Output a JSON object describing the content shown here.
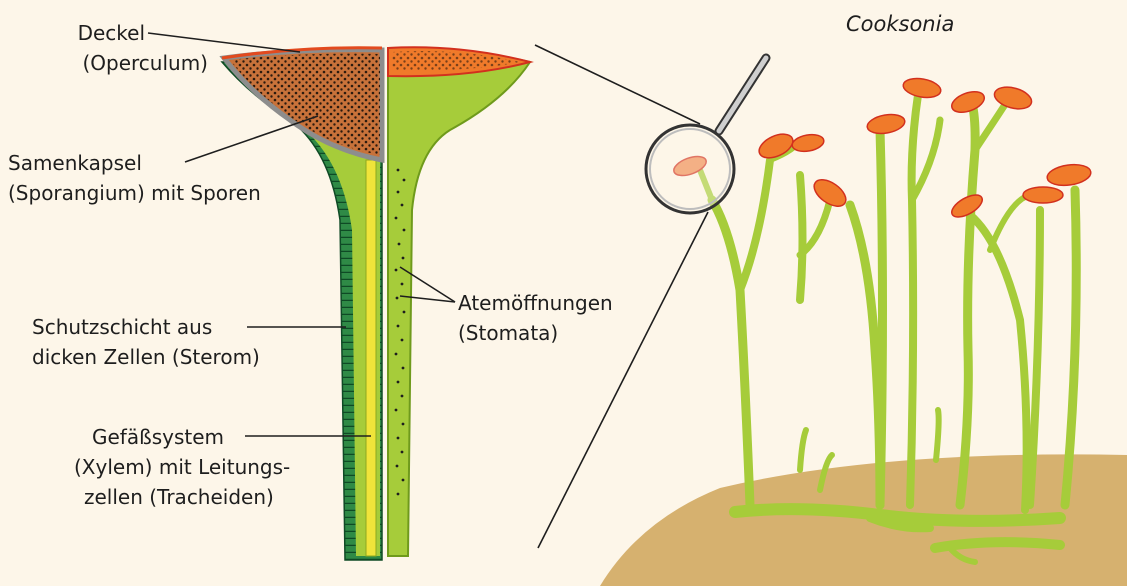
{
  "title": "Cooksonia",
  "labels": {
    "deckel": [
      "Deckel",
      "(Operculum)"
    ],
    "samenkapsel": [
      "Samenkapsel",
      "(Sporangium) mit Sporen"
    ],
    "schutzschicht": [
      "Schutzschicht aus",
      "dicken Zellen (Sterom)"
    ],
    "gefaess": [
      "Gefäßsystem",
      "(Xylem) mit Leitungs-",
      "zellen (Tracheiden)"
    ],
    "atem": [
      "Atemöffnungen",
      "(Stomata)"
    ]
  },
  "colors": {
    "background": "#fdf6e9",
    "ground": "#d6b16f",
    "stem": "#a6cc3a",
    "stem_edge": "#6f9a1c",
    "sterom": "#2f8a46",
    "xylem": "#f0e43a",
    "sporangium": "#c8723a",
    "sporangium_cap": "#f07a2a",
    "cap_edge": "#d2301e",
    "text": "#1e1e1e"
  },
  "icons": [
    "magnifier-icon"
  ]
}
